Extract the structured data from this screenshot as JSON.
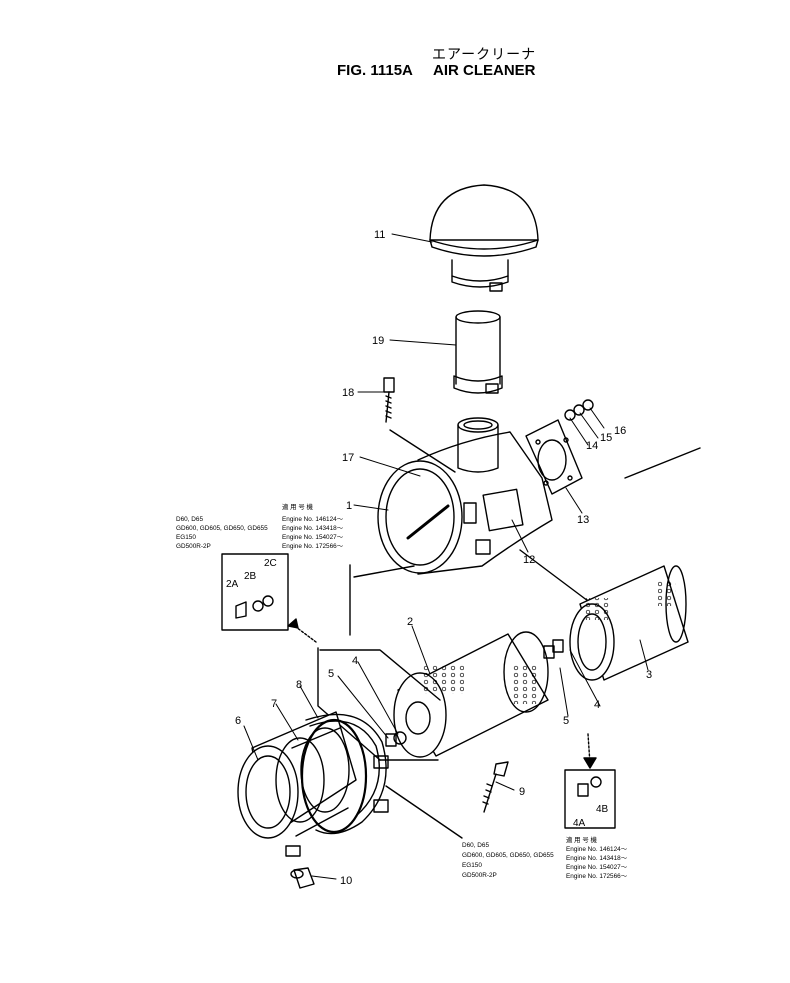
{
  "figure": {
    "number": "FIG. 1115A",
    "title": "AIR CLEANER",
    "title_jp": "エアークリーナ"
  },
  "callouts": [
    {
      "id": "c11",
      "text": "11"
    },
    {
      "id": "c19",
      "text": "19"
    },
    {
      "id": "c18",
      "text": "18"
    },
    {
      "id": "c17",
      "text": "17"
    },
    {
      "id": "c1",
      "text": "1"
    },
    {
      "id": "c16",
      "text": "16"
    },
    {
      "id": "c15",
      "text": "15"
    },
    {
      "id": "c14",
      "text": "14"
    },
    {
      "id": "c13",
      "text": "13"
    },
    {
      "id": "c12",
      "text": "12"
    },
    {
      "id": "c2",
      "text": "2"
    },
    {
      "id": "c3",
      "text": "3"
    },
    {
      "id": "c4a",
      "text": "4"
    },
    {
      "id": "c5a",
      "text": "5"
    },
    {
      "id": "c4b",
      "text": "4"
    },
    {
      "id": "c5b",
      "text": "5"
    },
    {
      "id": "c6",
      "text": "6"
    },
    {
      "id": "c7",
      "text": "7"
    },
    {
      "id": "c8",
      "text": "8"
    },
    {
      "id": "c9",
      "text": "9"
    },
    {
      "id": "c10",
      "text": "10"
    },
    {
      "id": "c2A",
      "text": "2A"
    },
    {
      "id": "c2B",
      "text": "2B"
    },
    {
      "id": "c2C",
      "text": "2C"
    },
    {
      "id": "c4A",
      "text": "4A"
    },
    {
      "id": "c4B",
      "text": "4B"
    }
  ],
  "applicability_left": {
    "header": "適 用 号 機",
    "models": [
      "D60, D65",
      "GD600, GD605, GD650, GD655",
      "EG150",
      "GD500R-2P"
    ],
    "engines": [
      "Engine No. 146124～",
      "Engine No. 143418～",
      "Engine No. 154027～",
      "Engine No. 172566～"
    ]
  },
  "applicability_bottom": {
    "models": [
      "D60, D65",
      "GD600, GD605, GD650, GD655",
      "EG150",
      "GD500R-2P"
    ]
  },
  "applicability_right": {
    "header": "適 用 号 機",
    "engines": [
      "Engine No. 146124～",
      "Engine No. 143418～",
      "Engine No. 154027～",
      "Engine No. 172566～"
    ]
  }
}
